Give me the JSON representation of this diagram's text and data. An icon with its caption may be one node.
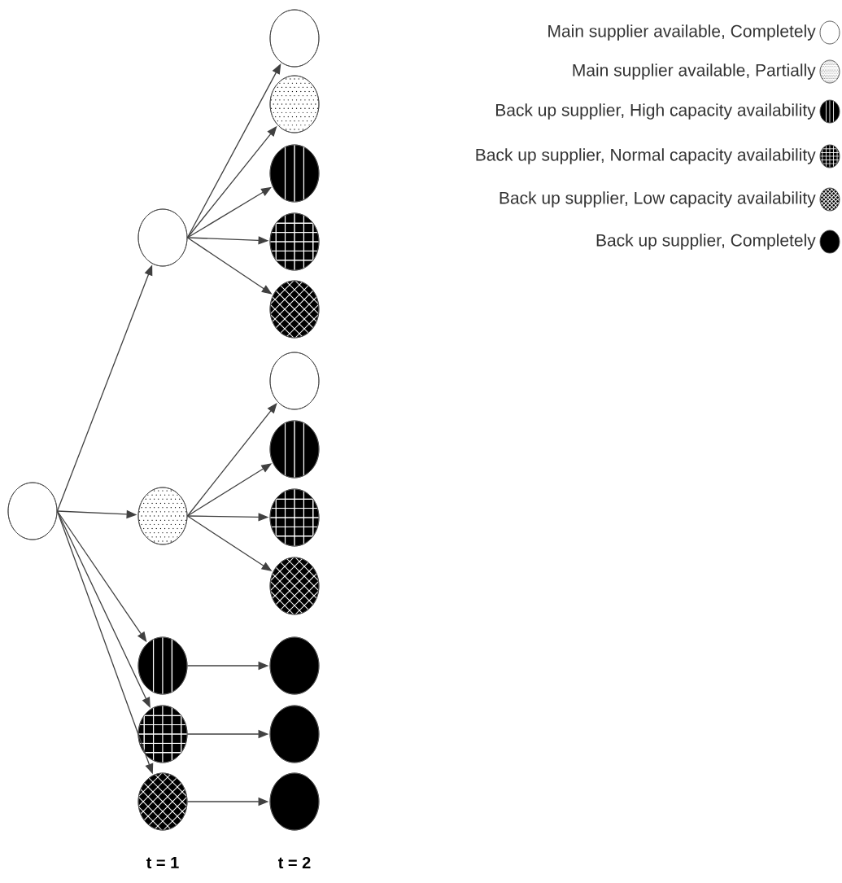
{
  "diagram": {
    "nodes": [
      {
        "text": [],
        "shape": "circle"
      },
      {
        "text": [],
        "shape": "circle"
      },
      {
        "text": [],
        "shape": "circle"
      },
      {
        "text": [],
        "shape": "circle"
      },
      {
        "text": [],
        "shape": "circle"
      },
      {
        "text": [],
        "shape": "circle"
      },
      {
        "text": [],
        "shape": "circle"
      },
      {
        "text": [],
        "shape": "circle"
      },
      {
        "text": [],
        "shape": "circle"
      },
      {
        "text": [],
        "shape": "circle"
      },
      {
        "text": [],
        "shape": "circle"
      },
      {
        "text": [],
        "shape": "circle"
      },
      {
        "text": [],
        "shape": "circle"
      },
      {
        "text": [],
        "shape": "circle"
      },
      {
        "text": [],
        "shape": "circle"
      },
      {
        "text": [],
        "shape": "circle"
      },
      {
        "text": [],
        "shape": "circle"
      },
      {
        "text": [],
        "shape": "circle"
      }
    ],
    "edges": [
      {
        "from": 0,
        "to": 1,
        "arrow": "to"
      },
      {
        "from": 0,
        "to": 2,
        "arrow": "to"
      },
      {
        "from": 0,
        "to": 3,
        "arrow": "to"
      },
      {
        "from": 0,
        "to": 4,
        "arrow": "to"
      },
      {
        "from": 0,
        "to": 5,
        "arrow": "to"
      },
      {
        "from": 1,
        "to": 6,
        "arrow": "to"
      },
      {
        "from": 1,
        "to": 7,
        "arrow": "to"
      },
      {
        "from": 1,
        "to": 8,
        "arrow": "to"
      },
      {
        "from": 1,
        "to": 9,
        "arrow": "to"
      },
      {
        "from": 1,
        "to": 10,
        "arrow": "to"
      },
      {
        "from": 2,
        "to": 11,
        "arrow": "to"
      },
      {
        "from": 2,
        "to": 12,
        "arrow": "to"
      },
      {
        "from": 2,
        "to": 13,
        "arrow": "to"
      },
      {
        "from": 2,
        "to": 14,
        "arrow": "to"
      },
      {
        "from": 3,
        "to": 15,
        "arrow": "to"
      },
      {
        "from": 4,
        "to": 16,
        "arrow": "to"
      },
      {
        "from": 5,
        "to": 17,
        "arrow": "to"
      }
    ],
    "labels": [
      "t = 1",
      "t = 2"
    ],
    "legend": [
      {
        "text": "Main supplier available, Completely"
      },
      {
        "text": "Main supplier available, Partially"
      },
      {
        "text": "Back up supplier, High capacity availability"
      },
      {
        "text": "Back up supplier, Normal capacity availability"
      },
      {
        "text": "Back up supplier, Low capacity availability"
      },
      {
        "text": "Back up supplier, Completely"
      }
    ]
  }
}
